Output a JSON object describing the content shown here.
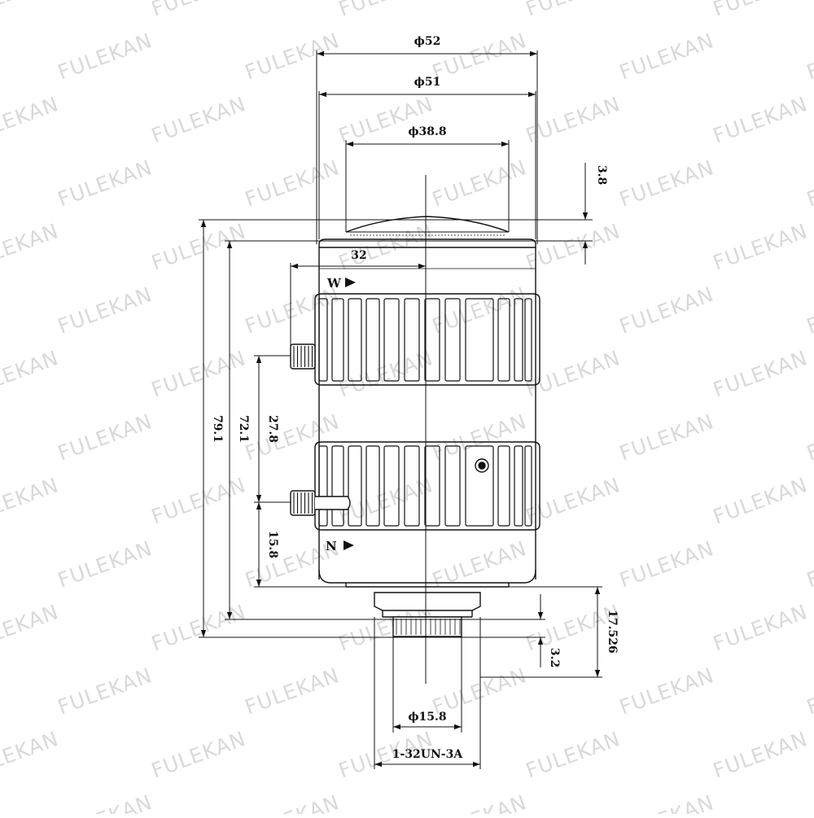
{
  "watermark": {
    "text": "FULEKAN",
    "color": "#d9d9d9"
  },
  "dimensions": {
    "phi52": "ϕ52",
    "phi51": "ϕ51",
    "phi38_8": "ϕ38.8",
    "d3_8": "3.8",
    "d32": "32",
    "d79_1": "79.1",
    "d72_1": "72.1",
    "d27_8": "27.8",
    "d15_8": "15.8",
    "d17_526": "17.526",
    "d3_2": "3.2",
    "phi15_8": "ϕ15.8",
    "thread": "1-32UN-3A"
  },
  "markings": {
    "wide": "W",
    "narrow": "N"
  },
  "colors": {
    "line": "#111111",
    "background": "#ffffff"
  }
}
